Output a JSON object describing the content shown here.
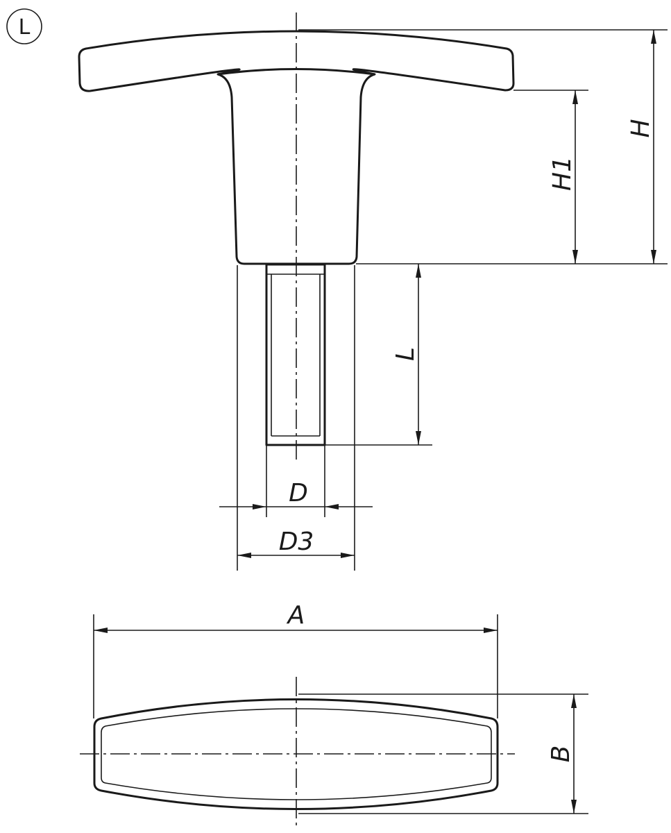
{
  "variant_badge": "L",
  "dimensions": {
    "H": "H",
    "H1": "H1",
    "L": "L",
    "D": "D",
    "D3": "D3",
    "A": "A",
    "B": "B"
  },
  "line_color": "#1a1a1a"
}
